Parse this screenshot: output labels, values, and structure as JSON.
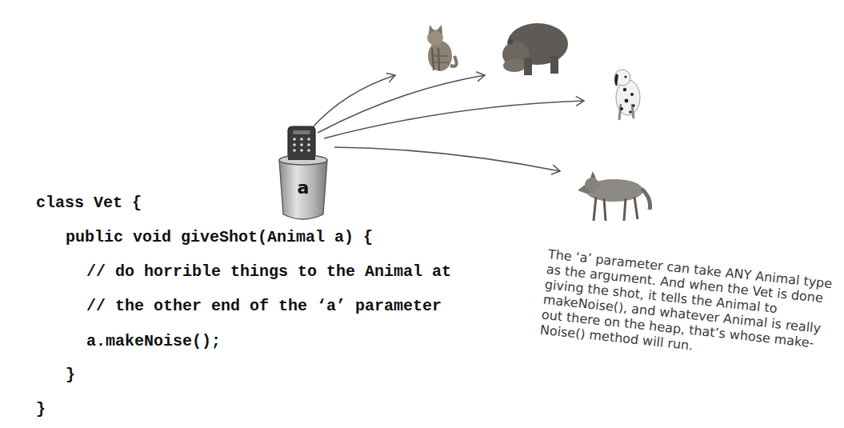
{
  "diagram": {
    "nodes": [
      {
        "text": [
          "a"
        ]
      }
    ],
    "labels": [
      "class Vet {",
      "public void giveShot(Animal a) {",
      "// do horrible things to the Animal at",
      "// the other end of the ‘a’ parameter",
      "a.makeNoise();",
      "}",
      "}",
      "The ‘a’ parameter can take ANY Animal type as the argument. And when the Vet is done giving the shot, it tells the Animal to makeNoise(), and whatever Animal is really out there on the heap, that’s whose make-Noise() method will run."
    ]
  }
}
